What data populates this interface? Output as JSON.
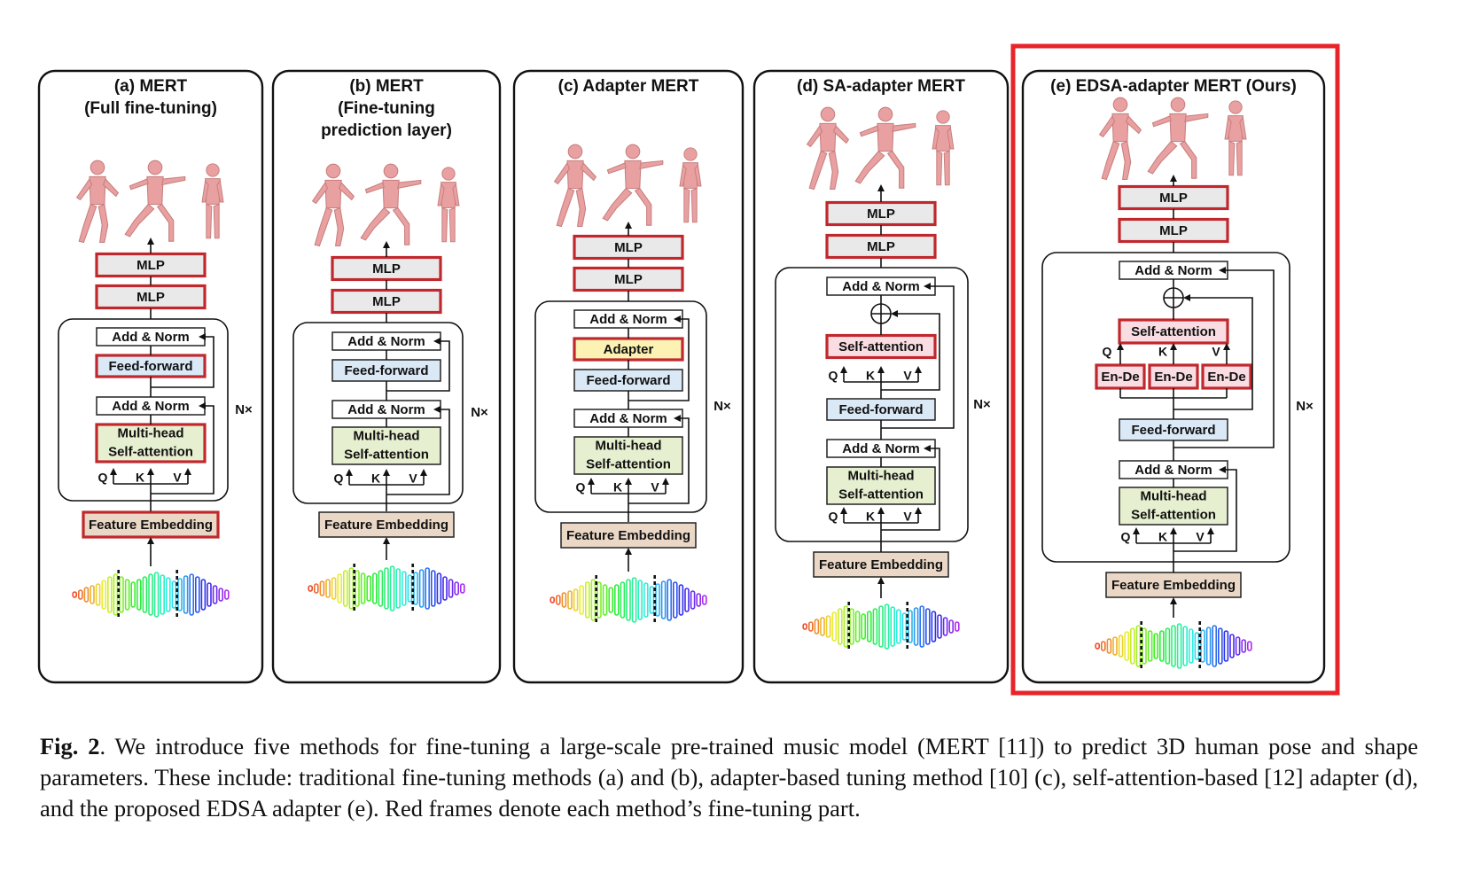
{
  "figure": {
    "panels": [
      {
        "id": "a",
        "title_lines": [
          "(a) MERT",
          "(Full fine-tuning)"
        ],
        "mlp1": "MLP",
        "mlp2": "MLP",
        "add_norm_top": "Add & Norm",
        "mid_block": "Feed-forward",
        "add_norm_bottom": "Add & Norm",
        "attention_lines": [
          "Multi-head",
          "Self-attention"
        ],
        "q": "Q",
        "k": "K",
        "v": "V",
        "repeat": "N×",
        "embedding": "Feature Embedding"
      },
      {
        "id": "b",
        "title_lines": [
          "(b) MERT",
          "(Fine-tuning",
          "prediction layer)"
        ],
        "mlp1": "MLP",
        "mlp2": "MLP",
        "add_norm_top": "Add & Norm",
        "mid_block": "Feed-forward",
        "add_norm_bottom": "Add & Norm",
        "attention_lines": [
          "Multi-head",
          "Self-attention"
        ],
        "q": "Q",
        "k": "K",
        "v": "V",
        "repeat": "N×",
        "embedding": "Feature Embedding"
      },
      {
        "id": "c",
        "title_lines": [
          "(c) Adapter MERT"
        ],
        "mlp1": "MLP",
        "mlp2": "MLP",
        "add_norm_top": "Add & Norm",
        "adapter": "Adapter",
        "mid_block": "Feed-forward",
        "add_norm_bottom": "Add & Norm",
        "attention_lines": [
          "Multi-head",
          "Self-attention"
        ],
        "q": "Q",
        "k": "K",
        "v": "V",
        "repeat": "N×",
        "embedding": "Feature Embedding"
      },
      {
        "id": "d",
        "title_lines": [
          "(d) SA-adapter MERT"
        ],
        "mlp1": "MLP",
        "mlp2": "MLP",
        "add_norm_top": "Add & Norm",
        "sa_block": "Self-attention",
        "mid_block": "Feed-forward",
        "add_norm_bottom": "Add & Norm",
        "attention_lines": [
          "Multi-head",
          "Self-attention"
        ],
        "q": "Q",
        "k": "K",
        "v": "V",
        "repeat": "N×",
        "embedding": "Feature Embedding"
      },
      {
        "id": "e",
        "title_lines": [
          "(e) EDSA-adapter MERT (Ours)"
        ],
        "mlp1": "MLP",
        "mlp2": "MLP",
        "add_norm_top": "Add & Norm",
        "sa_block": "Self-attention",
        "ende": [
          "En-De",
          "En-De",
          "En-De"
        ],
        "mid_block": "Feed-forward",
        "add_norm_bottom": "Add & Norm",
        "attention_lines": [
          "Multi-head",
          "Self-attention"
        ],
        "q": "Q",
        "k": "K",
        "v": "V",
        "repeat": "N×",
        "embedding": "Feature Embedding"
      }
    ],
    "colors": {
      "finetune_frame": "#c0282d",
      "highlight_frame": "#e8242a",
      "mlp_fill": "#e9e9e9",
      "feedforward_fill": "#dbe9f7",
      "attention_fill": "#e6efcf",
      "embedding_fill": "#ead7c6",
      "adapter_fill": "#fbf2b4",
      "sa_fill": "#f9dde3",
      "human": "#e8a0a0"
    }
  },
  "caption": {
    "label": "Fig. 2",
    "text": ". We introduce five methods for fine-tuning a large-scale pre-trained music model (MERT [11]) to predict 3D human pose and shape parameters. These include: traditional fine-tuning methods (a) and (b), adapter-based tuning method [10] (c), self-attention-based [12] adapter (d), and the proposed EDSA adapter (e). Red frames denote each method’s fine-tuning part."
  }
}
